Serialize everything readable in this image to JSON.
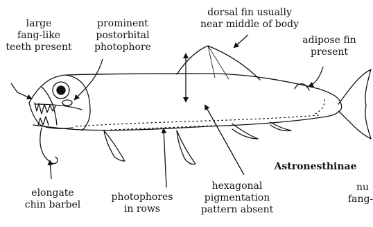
{
  "diagram": {
    "subject_label": "Astronesthinae",
    "labels": {
      "large_teeth": [
        "large",
        "fang-like",
        "teeth present"
      ],
      "postorbital_photophore": [
        "prominent",
        "postorbital",
        "photophore"
      ],
      "dorsal_fin": [
        "dorsal fin usually",
        "near middle of body"
      ],
      "adipose_fin": [
        "adipose fin",
        "present"
      ],
      "chin_barbel": [
        "elongate",
        "chin barbel"
      ],
      "photophores_rows": [
        "photophores",
        "in rows"
      ],
      "pigmentation": [
        "hexagonal",
        "pigmentation",
        "pattern absent"
      ],
      "cut_off_right": [
        "nu",
        "fang-"
      ]
    },
    "colors": {
      "ink": "#111111",
      "background": "#ffffff"
    }
  }
}
